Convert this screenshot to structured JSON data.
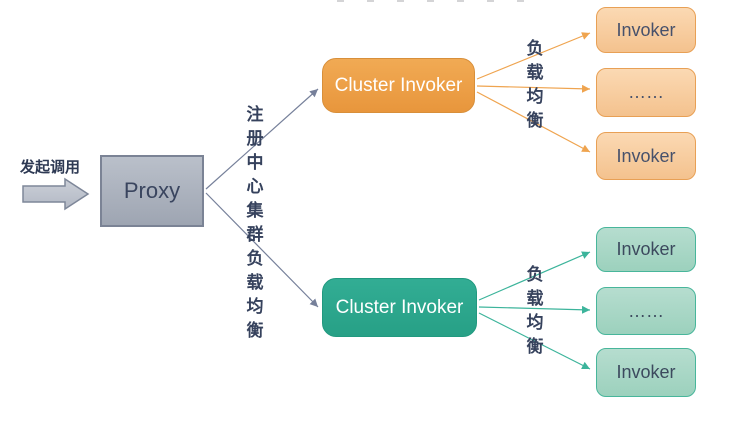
{
  "source": {
    "label": "发起调用"
  },
  "proxy": {
    "label": "Proxy"
  },
  "registry": {
    "label": "注册中心集群负载均衡"
  },
  "clusters": {
    "top": {
      "label": "Cluster Invoker",
      "load_balance_label": "负载均衡",
      "invokers": [
        "Invoker",
        "……",
        "Invoker"
      ]
    },
    "bottom": {
      "label": "Cluster Invoker",
      "load_balance_label": "负载均衡",
      "invokers": [
        "Invoker",
        "……",
        "Invoker"
      ]
    }
  },
  "colors": {
    "slate_line": "#76809a",
    "orange_line": "#efa44f",
    "teal_line": "#3cb49b",
    "orange_box": "#eda04a",
    "teal_box": "#2ca78e",
    "light_orange_box": "#f8cfa2",
    "light_teal_box": "#abd9c8",
    "proxy_box": "#aab0bc",
    "dark_text": "#36425d"
  }
}
